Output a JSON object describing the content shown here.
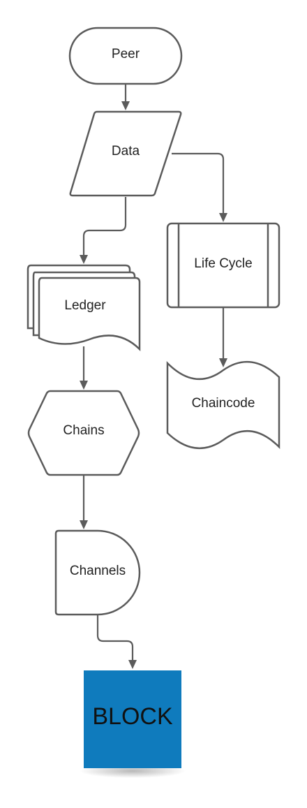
{
  "nodes": {
    "peer": "Peer",
    "data": "Data",
    "life_cycle": "Life Cycle",
    "ledger": "Ledger",
    "chaincode": "Chaincode",
    "chains": "Chains",
    "channels": "Channels",
    "block": "BLOCK"
  },
  "colors": {
    "stroke": "#5b5b5b",
    "block_fill": "#0f7bbd",
    "shape_fill": "#ffffff"
  }
}
